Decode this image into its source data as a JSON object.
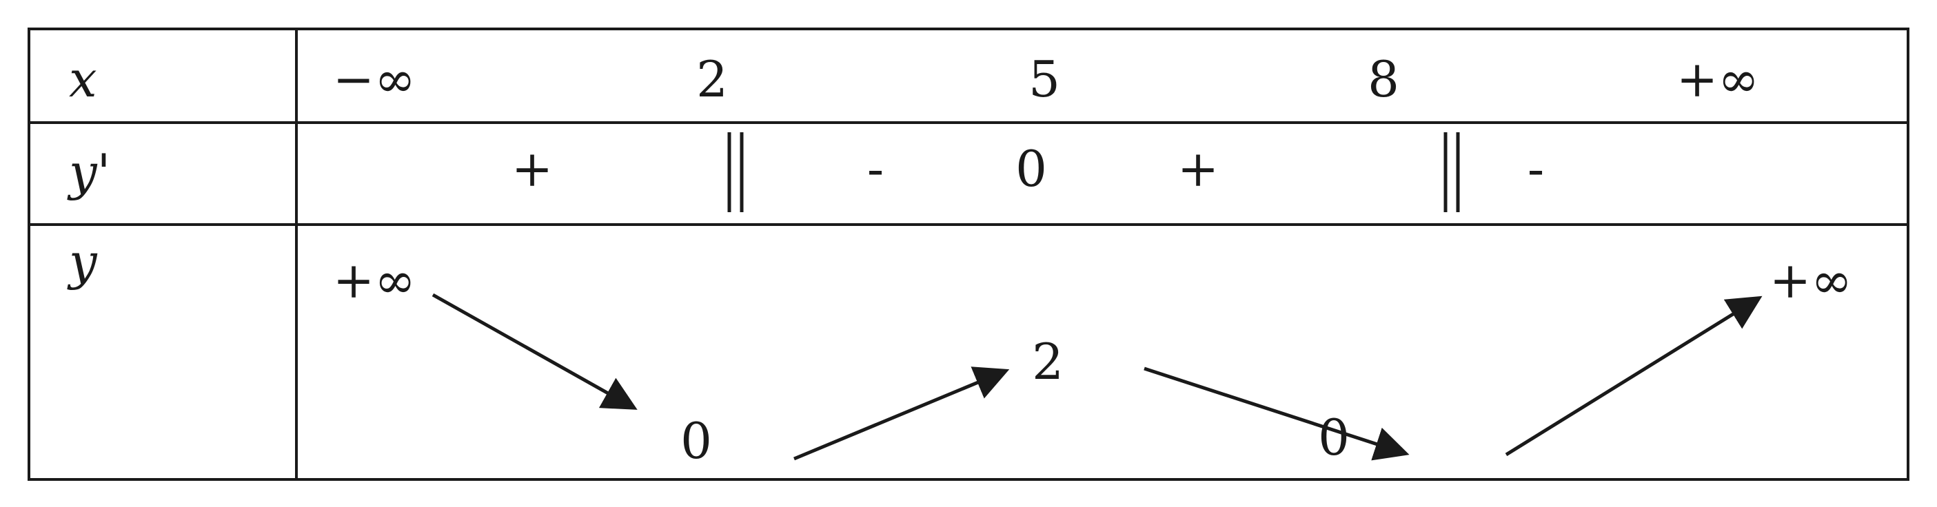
{
  "table": {
    "row_labels": {
      "x": "x",
      "derivative": "y'",
      "function": "y"
    },
    "x_values": [
      "−∞",
      "2",
      "5",
      "8",
      "+∞"
    ],
    "derivative_signs": [
      "+",
      "-",
      "0",
      "+",
      "-"
    ],
    "function_values": [
      "+∞",
      "0",
      "2",
      "0",
      "+∞"
    ],
    "undefined_points": [
      "2",
      "8"
    ],
    "arrows": [
      {
        "from": "+∞",
        "to": "0",
        "direction": "down"
      },
      {
        "from": "0",
        "to": "2",
        "direction": "up"
      },
      {
        "from": "2",
        "to": "0",
        "direction": "down"
      },
      {
        "from": "0",
        "to": "+∞",
        "direction": "up"
      }
    ]
  }
}
